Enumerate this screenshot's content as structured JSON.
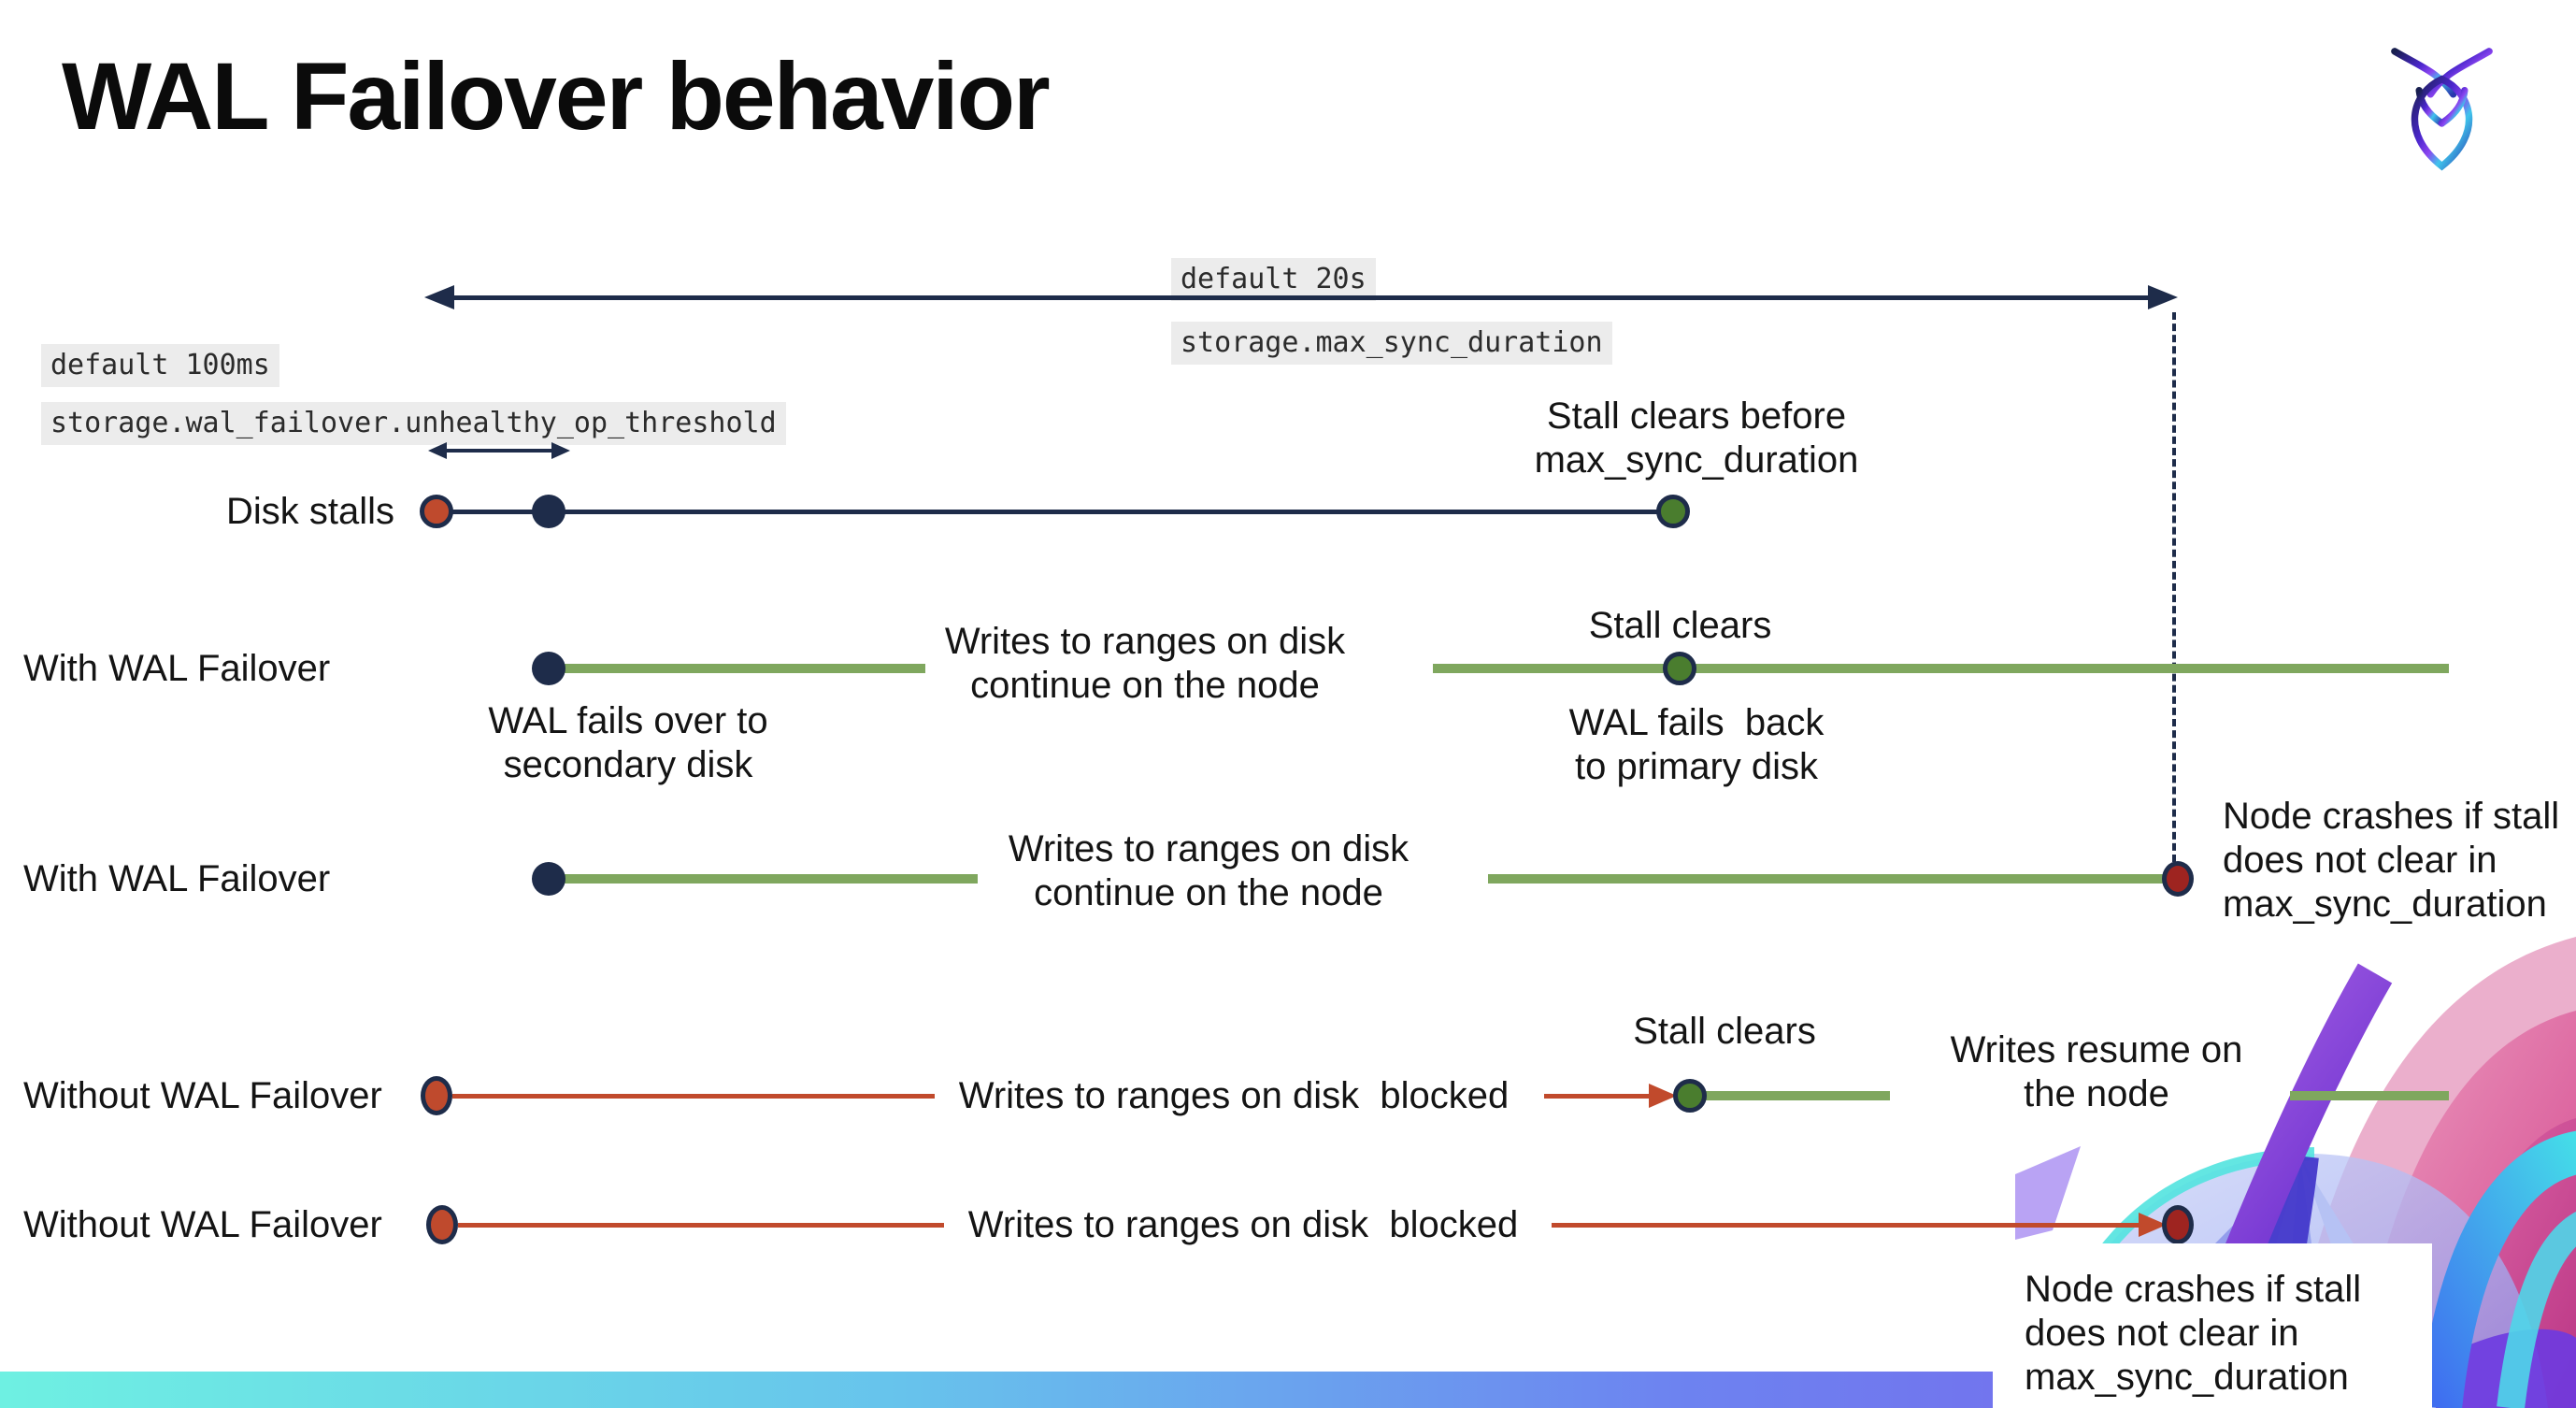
{
  "slide": {
    "title": "WAL Failover behavior"
  },
  "icons": {
    "logo": "cockroachdb-logo"
  },
  "colors": {
    "navy": "#1e2c4a",
    "green": "#7fa75e",
    "green_dark": "#4a7d2e",
    "red": "#bf4a2d",
    "red_line": "#c14a2c",
    "red_dark": "#9e2420",
    "code_bg": "#ececec",
    "bar_left": "#6ef0e2",
    "bar_right": "#7a5bea"
  },
  "code_chips": {
    "max_sync": {
      "line1": "default 20s",
      "line2": "storage.max_sync_duration"
    },
    "threshold": {
      "line1": "default 100ms",
      "line2": "storage.wal_failover.unhealthy_op_threshold"
    }
  },
  "rows": [
    {
      "label": "Disk stalls"
    },
    {
      "label": "With WAL Failover"
    },
    {
      "label": "With WAL Failover"
    },
    {
      "label": "Without WAL Failover"
    },
    {
      "label": "Without WAL Failover"
    }
  ],
  "annotations": {
    "stall_clears_before": {
      "line1": "Stall clears before",
      "line2": "max_sync_duration"
    },
    "writes_continue_r2": {
      "line1": "Writes to ranges on disk",
      "line2": "continue on the node"
    },
    "stall_clears_r2": {
      "line1": "Stall clears"
    },
    "wal_fails_over": {
      "line1": "WAL fails over to",
      "line2": "secondary disk"
    },
    "wal_fails_back": {
      "line1": "WAL fails  back",
      "line2": "to primary disk"
    },
    "writes_continue_r3": {
      "line1": "Writes to ranges on disk",
      "line2": "continue on the node"
    },
    "node_crashes_r3": {
      "line1": "Node crashes if stall",
      "line2": "does not clear in",
      "line3": "max_sync_duration"
    },
    "writes_blocked_r4": {
      "line1": "Writes to ranges on disk  blocked"
    },
    "stall_clears_r4": {
      "line1": "Stall clears"
    },
    "writes_resume": {
      "line1": "Writes resume on",
      "line2": "the node"
    },
    "writes_blocked_r5": {
      "line1": "Writes to ranges on disk  blocked"
    },
    "node_crashes_r5": {
      "line1": "Node crashes if stall",
      "line2": "does not clear in",
      "line3": "max_sync_duration"
    }
  }
}
